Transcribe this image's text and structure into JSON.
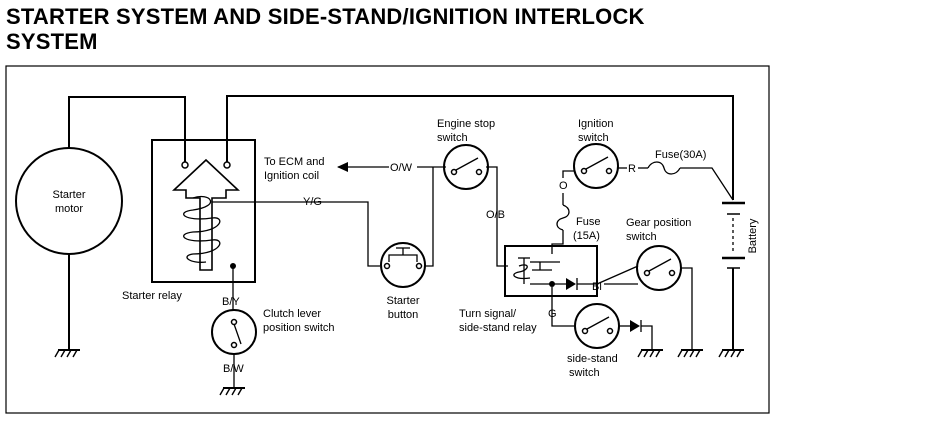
{
  "title": {
    "line1": "STARTER SYSTEM AND SIDE-STAND/IGNITION INTERLOCK",
    "line2": "SYSTEM"
  },
  "labels": {
    "starter_motor_1": "Starter",
    "starter_motor_2": "motor",
    "starter_relay": "Starter relay",
    "ecm_1": "To ECM and",
    "ecm_2": "Ignition coil",
    "ow": "O/W",
    "yg": "Y/G",
    "ob": "O/B",
    "o": "O",
    "r": "R",
    "bl": "Bl",
    "g": "G",
    "by": "B/Y",
    "bw": "B/W",
    "engine_stop_1": "Engine stop",
    "engine_stop_2": "switch",
    "ignition_1": "Ignition",
    "ignition_2": "switch",
    "fuse30": "Fuse(30A)",
    "fuse15_1": "Fuse",
    "fuse15_2": "(15A)",
    "gear_1": "Gear position",
    "gear_2": "switch",
    "battery": "Battery",
    "starter_button_1": "Starter",
    "starter_button_2": "button",
    "clutch_1": "Clutch lever",
    "clutch_2": "position switch",
    "turn_1": "Turn signal/",
    "turn_2": "side-stand relay",
    "sidestand_1": "side-stand",
    "sidestand_2": "switch"
  }
}
